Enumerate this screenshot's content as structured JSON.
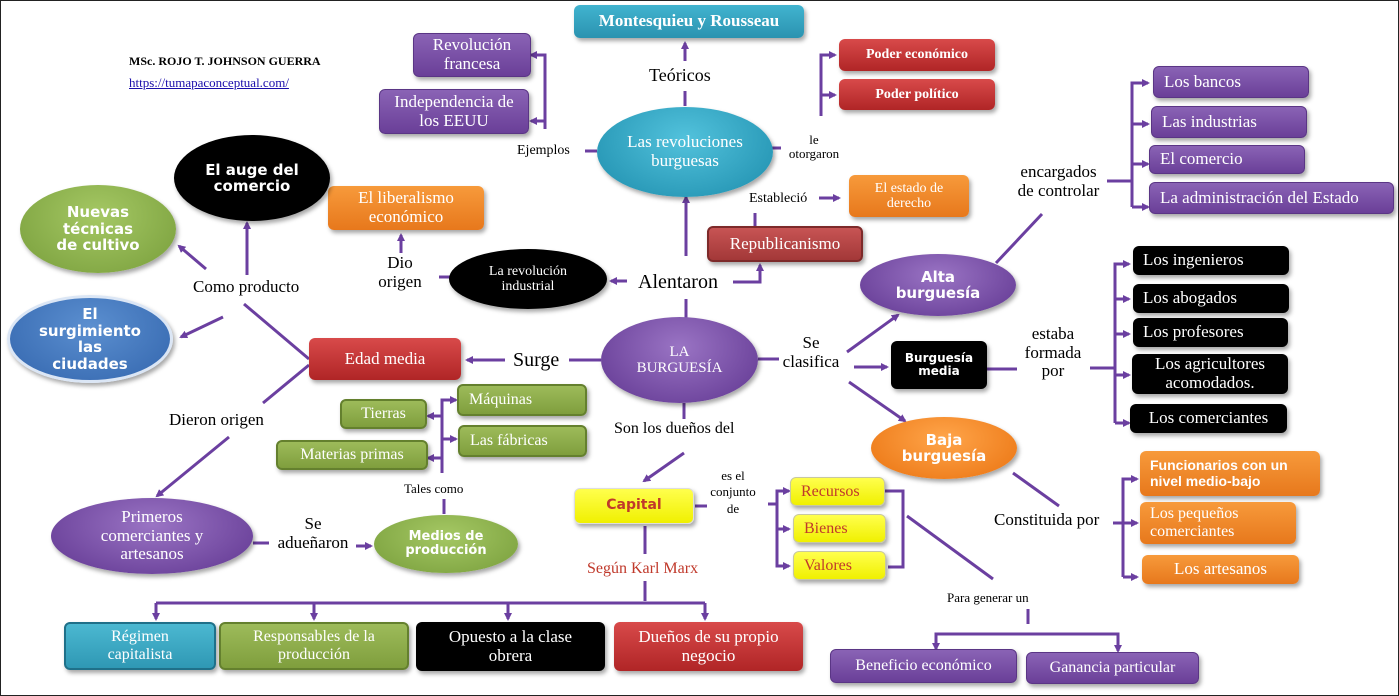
{
  "author": {
    "name": "MSc. ROJO T. JOHNSON  GUERRA",
    "url": "https://tumapaconceptual.com/"
  },
  "colors": {
    "connector": "#6b3fa0",
    "capital_text": "#c0392b",
    "marx_text": "#c0392b"
  },
  "central": {
    "label": "LA BURGUESÍA"
  },
  "top": {
    "revolutions": "Las revoluciones burguesas",
    "theorists_label": "Teóricos",
    "theorists": "Montesquieu y Rousseau",
    "examples_label": "Ejemplos",
    "examples": [
      "Revolución francesa",
      "Independencia de los EEUU"
    ],
    "granted_label": "le otorgaron",
    "granted": [
      "Poder  económico",
      "Poder  político"
    ],
    "established_label": "Estableció",
    "rule_of_law": "El estado de derecho",
    "republicanism": "Republicanismo",
    "encouraged_label": "Alentaron",
    "industrial_revolution": "La revolución industrial",
    "gave_origin_label": "Dio origen",
    "liberalism": "El liberalismo económico"
  },
  "left": {
    "middle_ages": "Edad media",
    "arises_label": "Surge",
    "as_product_label": "Como producto",
    "products": [
      "El auge del comercio",
      "Nuevas técnicas de cultivo",
      "El surgimiento las ciudades"
    ],
    "gave_origin_label": "Dieron  origen",
    "first_merchants": "Primeros comerciantes y artesanos",
    "took_ownership_label": "Se adueñaron",
    "means_of_production": "Medios de producción",
    "such_as_label": "Tales  como",
    "means_left": [
      "Tierras",
      "Materias  primas"
    ],
    "means_right": [
      "Máquinas",
      "Las  fábricas"
    ]
  },
  "bottom": {
    "owners_label": "Son los dueños del",
    "capital": "Capital",
    "set_label": "es el conjunto de",
    "capital_items": [
      "Recursos",
      "Bienes",
      "Valores"
    ],
    "generate_label": "Para generar  un",
    "outcomes": [
      "Beneficio  económico",
      "Ganancia particular"
    ],
    "marx_label": "Según Karl  Marx",
    "marx_items": [
      "Régimen capitalista",
      "Responsables de la producción",
      "Opuesto a la  clase obrera",
      "Dueños de su propio negocio"
    ]
  },
  "right": {
    "classified_label": "Se clasifica",
    "high": "Alta burguesía",
    "control_label": "encargados de controlar",
    "controls": [
      "Los bancos",
      "Las industrias",
      "El comercio",
      "La administración  del Estado"
    ],
    "middle": "Burguesía media",
    "formed_label": "estaba formada por",
    "formed": [
      "Los ingenieros",
      "Los abogados",
      "Los profesores",
      "Los agricultores acomodados.",
      "Los  comerciantes"
    ],
    "low": "Baja burguesía",
    "constituted_label": "Constituida por",
    "constituted": [
      "Funcionarios con un nivel medio-bajo",
      "Los pequeños comerciantes",
      "Los  artesanos"
    ]
  }
}
